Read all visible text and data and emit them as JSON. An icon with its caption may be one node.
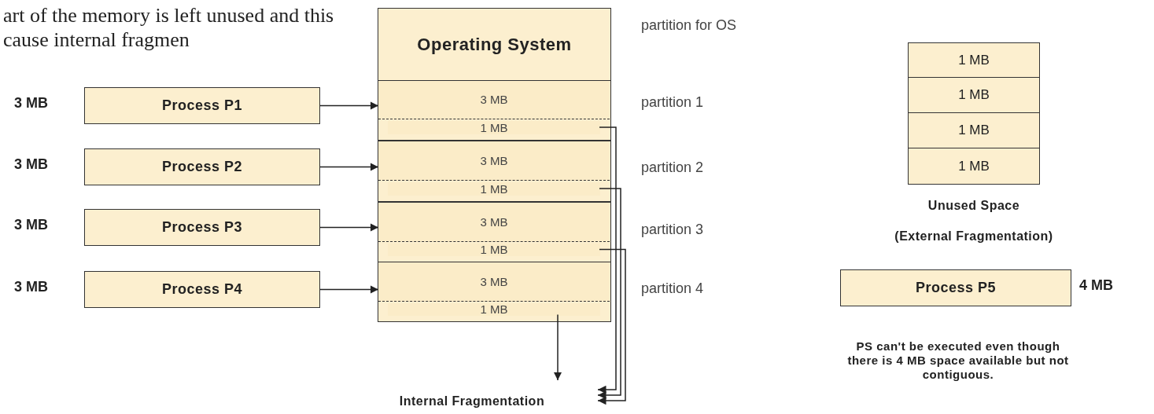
{
  "diagram": {
    "nodes": [
      {
        "text": [
          "Operating System"
        ],
        "beside": [
          "partition for OS"
        ]
      },
      {
        "text": [
          "Process P1"
        ],
        "beside": [
          "3 MB"
        ]
      },
      {
        "text": [],
        "shape": "box",
        "beside": [
          "partition 1"
        ]
      },
      {
        "text": [
          "3 MB"
        ],
        "in": 2
      },
      {
        "text": [
          "1 MB"
        ],
        "in": 2
      },
      {
        "text": [
          "Process P2"
        ],
        "beside": [
          "3 MB"
        ]
      },
      {
        "text": [],
        "shape": "box",
        "beside": [
          "partition 2"
        ]
      },
      {
        "text": [
          "3 MB"
        ],
        "in": 6
      },
      {
        "text": [
          "1 MB"
        ],
        "in": 6
      },
      {
        "text": [
          "Process P3"
        ],
        "beside": [
          "3 MB"
        ]
      },
      {
        "text": [],
        "shape": "box",
        "beside": [
          "partition 3"
        ]
      },
      {
        "text": [
          "3 MB"
        ],
        "in": 10
      },
      {
        "text": [
          "1 MB"
        ],
        "in": 10
      },
      {
        "text": [
          "Process P4"
        ],
        "beside": [
          "3 MB"
        ]
      },
      {
        "text": [],
        "shape": "box",
        "beside": [
          "partition 4"
        ]
      },
      {
        "text": [
          "3 MB"
        ],
        "in": 14
      },
      {
        "text": [
          "1 MB"
        ],
        "in": 14
      },
      {
        "text": [
          "1 MB"
        ]
      },
      {
        "text": [
          "1 MB"
        ]
      },
      {
        "text": [
          "1 MB"
        ]
      },
      {
        "text": [
          "1 MB"
        ]
      },
      {
        "text": [
          "Process P5"
        ],
        "beside": [
          "4 MB"
        ]
      },
      {
        "text": [
          "Internal Fragmentation"
        ]
      }
    ],
    "edges": [
      {
        "from": 1,
        "to": 3,
        "arrow": "to"
      },
      {
        "from": 5,
        "to": 7,
        "arrow": "to"
      },
      {
        "from": 9,
        "to": 11,
        "arrow": "to"
      },
      {
        "from": 13,
        "to": 15,
        "arrow": "to"
      },
      {
        "from": 4,
        "to": 22,
        "arrow": "to"
      },
      {
        "from": 8,
        "to": 22,
        "arrow": "to"
      },
      {
        "from": 12,
        "to": 22,
        "arrow": "to"
      },
      {
        "from": 16,
        "to": 22,
        "arrow": "to"
      }
    ],
    "labels": [
      "art of the memory is left unused and this cause internal fragmen",
      "Unused Space",
      "(External Fragmentation)",
      "PS can't be executed even though there is 4 MB space available but not contiguous."
    ]
  }
}
